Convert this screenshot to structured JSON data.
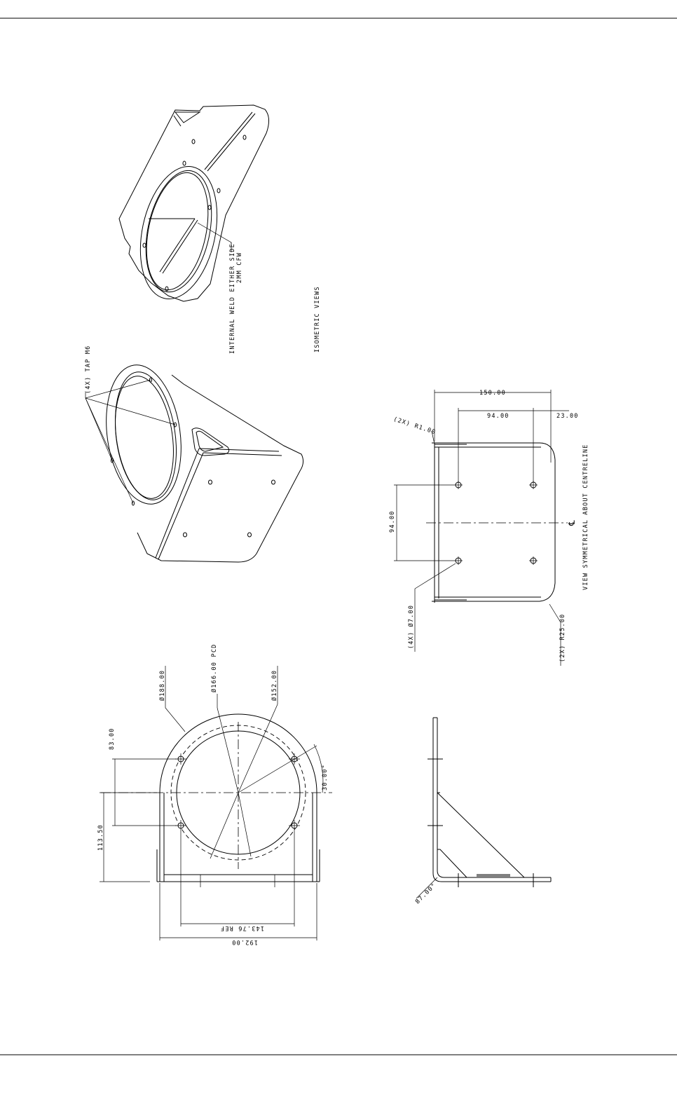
{
  "labels": {
    "isometric_views": "ISOMETRIC VIEWS",
    "weld_note_line1": "INTERNAL WELD EITHER SIDE",
    "weld_note_line2": "2MM CFW",
    "tap": "(4X) TAP M6",
    "symmetry_note": "VIEW SYMMETRICAL ABOUT CENTRELINE",
    "centreline_symbol": "℄"
  },
  "dimensions": {
    "overall_150": "150.00",
    "hole_94_a": "94.00",
    "edge_23": "23.00",
    "bend_r1": "(2X) R1.00",
    "hole_pitch_94": "94.00",
    "holes_d7": "(4X) Ø7.00",
    "corner_r25": "(2X) R25.00",
    "dia_188": "Ø188.00",
    "pcd_166": "Ø166.00 PCD",
    "dia_152": "Ø152.00",
    "dim_83": "83.00",
    "angle_30": "30.00°",
    "dim_113_5": "113.50",
    "ref_143_76": "143.76 REF",
    "width_192": "192.00",
    "angle_87": "87.00°"
  }
}
